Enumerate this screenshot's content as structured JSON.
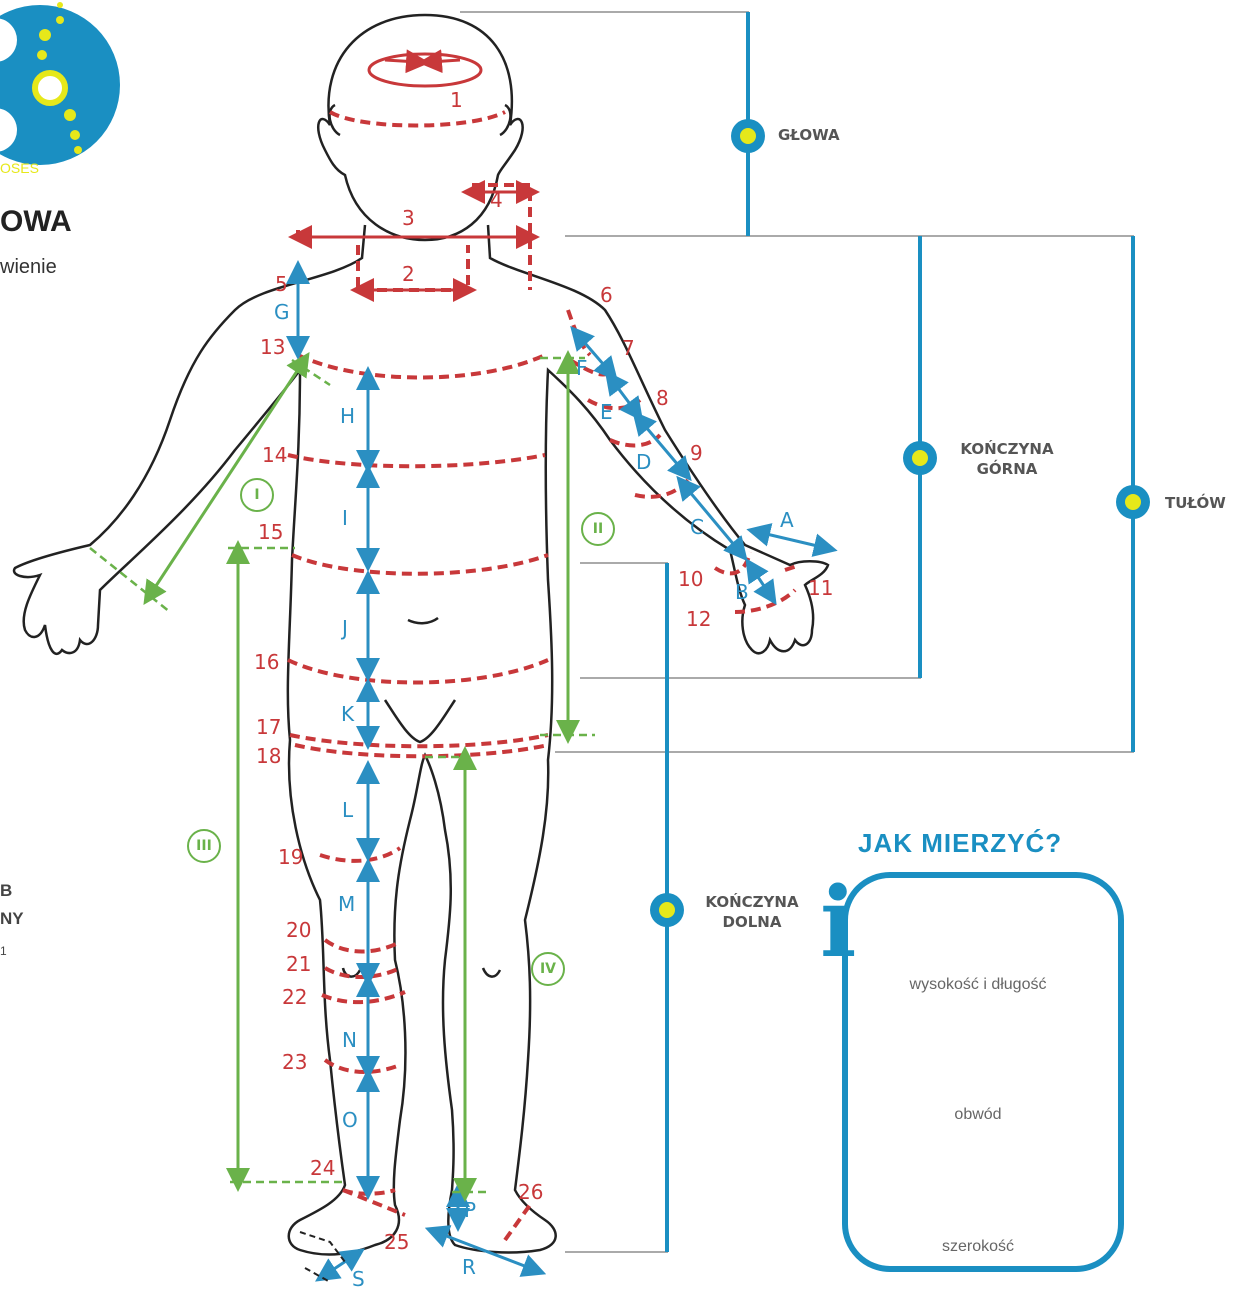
{
  "logo": {
    "text": "OSES"
  },
  "cut_left": {
    "title": "OWA",
    "subtitle": "wienie",
    "bottom_line1": "B",
    "bottom_line2": "NY",
    "bottom_line3": "1"
  },
  "regions": {
    "head": "GŁOWA",
    "upper_limb_1": "KOŃCZYNA",
    "upper_limb_2": "GÓRNA",
    "torso": "TUŁÓW",
    "lower_limb_1": "KOŃCZYNA",
    "lower_limb_2": "DOLNA"
  },
  "measure_numbers": [
    "1",
    "2",
    "3",
    "4",
    "5",
    "6",
    "7",
    "8",
    "9",
    "10",
    "11",
    "12",
    "13",
    "14",
    "15",
    "16",
    "17",
    "18",
    "19",
    "20",
    "21",
    "22",
    "23",
    "24",
    "25",
    "26"
  ],
  "measure_letters": [
    "A",
    "B",
    "C",
    "D",
    "E",
    "F",
    "G",
    "H",
    "I",
    "J",
    "K",
    "L",
    "M",
    "N",
    "O",
    "P",
    "R",
    "S"
  ],
  "roman": [
    "I",
    "II",
    "III",
    "IV"
  ],
  "info": {
    "title": "JAK MIERZYĆ?",
    "icon": "info-icon",
    "height_caption": "wysokość i długość",
    "circ_caption": "obwód",
    "width_caption": "szerokość"
  },
  "colors": {
    "measure_red": "#c8383a",
    "measure_blue": "#2b8fc2",
    "guide_green": "#6ab24a",
    "node_blue": "#1a8fc2",
    "node_yellow": "#e6e81a"
  }
}
